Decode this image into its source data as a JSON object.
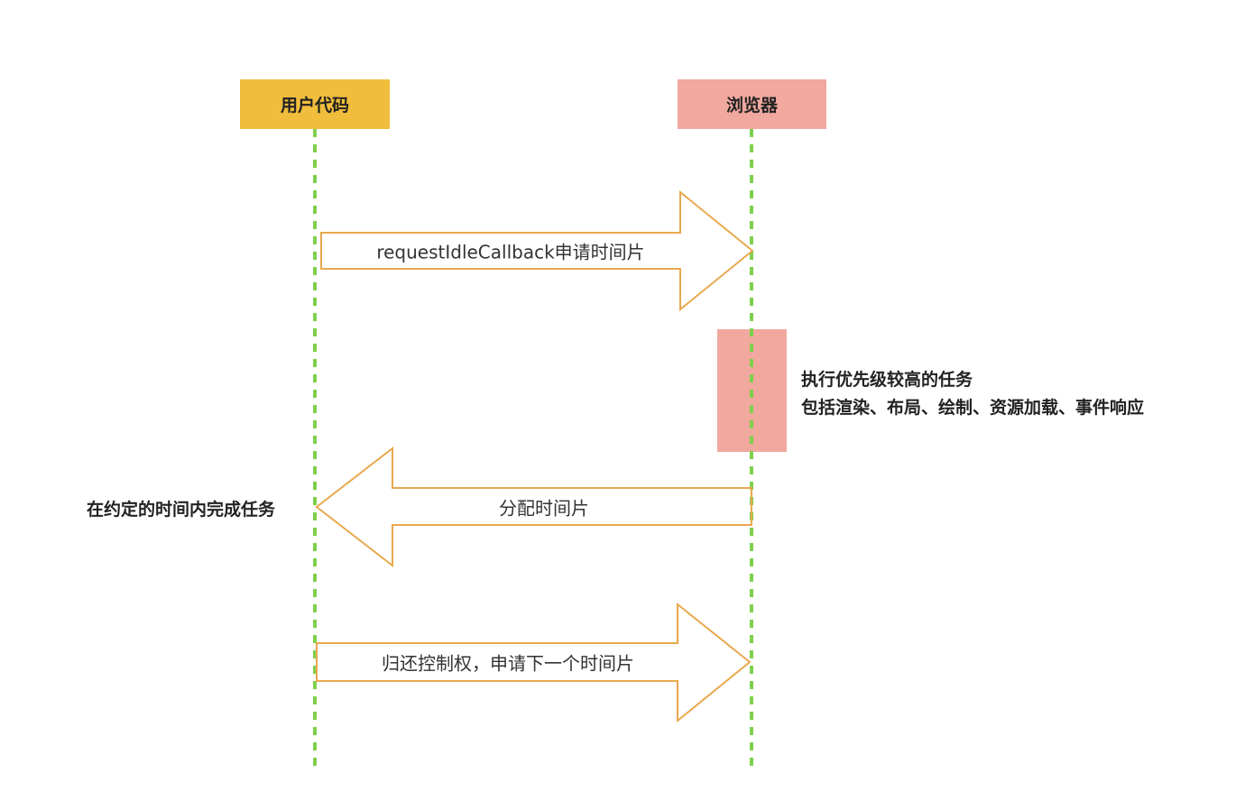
{
  "actors": {
    "user_code": "用户代码",
    "browser": "浏览器"
  },
  "messages": {
    "request": "requestIdleCallback申请时间片",
    "allocate": "分配时间片",
    "return_control": "归还控制权，申请下一个时间片"
  },
  "notes": {
    "browser_task_line1": "执行优先级较高的任务",
    "browser_task_line2": "包括渲染、布局、绘制、资源加载、事件响应",
    "user_task": "在约定的时间内完成任务"
  },
  "colors": {
    "user_actor": "#F0BE3C",
    "browser_actor": "#F1A89E",
    "lifeline": "#7ED04B",
    "arrow_outline": "#E8A94E",
    "activation": "#F1A89E"
  }
}
